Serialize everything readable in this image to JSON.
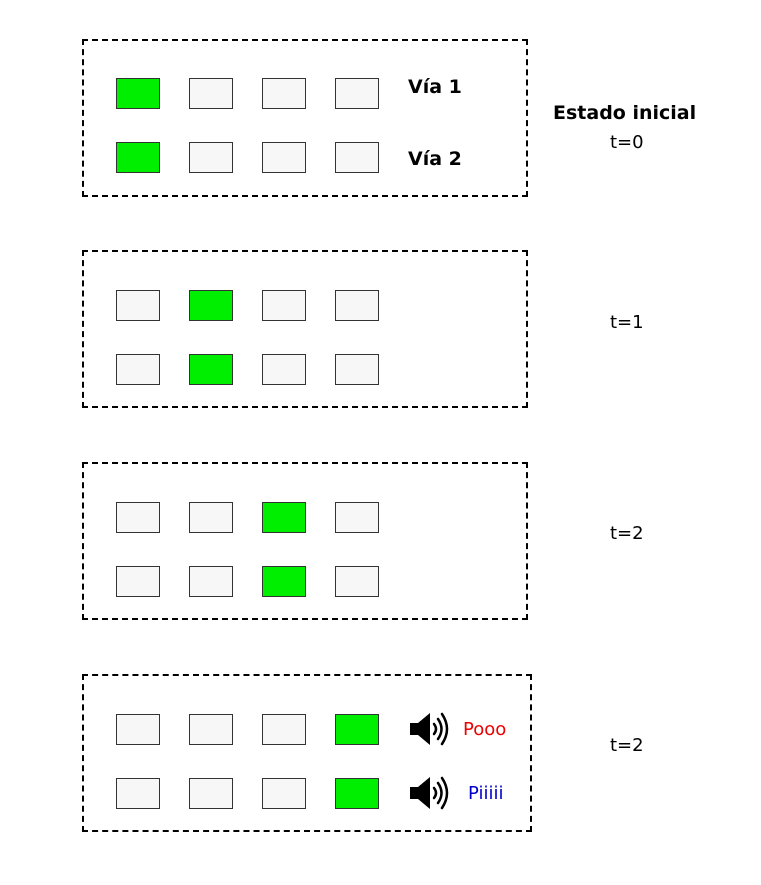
{
  "initial_state_title": "Estado inicial",
  "lane_labels": [
    "Vía 1",
    "Vía 2"
  ],
  "colors": {
    "active": "#00ee00",
    "inactive": "#f7f7f7",
    "sound_lane_1": "#ee0000",
    "sound_lane_2": "#0000cc"
  },
  "steps": [
    {
      "time": "t=0",
      "active_cell": 1
    },
    {
      "time": "t=1",
      "active_cell": 2
    },
    {
      "time": "t=2",
      "active_cell": 3
    },
    {
      "time": "t=2",
      "active_cell": 4
    }
  ],
  "sounds": {
    "icon": "speaker-icon",
    "lane_1": "Pooo",
    "lane_2": "Piiiii"
  }
}
